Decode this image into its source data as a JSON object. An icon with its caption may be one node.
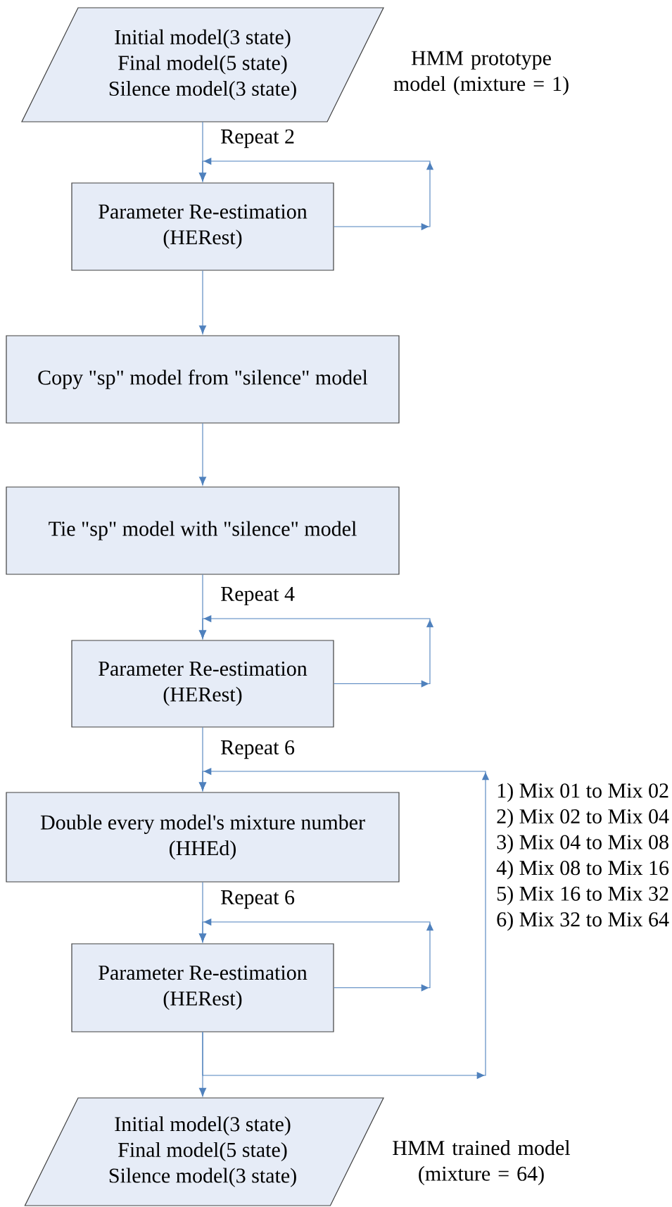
{
  "diagram": {
    "nodes": [
      {
        "text": [
          "Initial model(3 state)",
          "Final model(5 state)",
          "Silence model(3 state)"
        ],
        "beside": [
          "HMM prototype model (mixture = 1)"
        ]
      },
      {
        "text": [
          "Parameter Re-estimation",
          "(HERest)"
        ]
      },
      {
        "text": [
          "Copy \"sp\" model from \"silence\" model"
        ]
      },
      {
        "text": [
          "Tie \"sp\" model with \"silence\" model"
        ]
      },
      {
        "text": [
          "Parameter Re-estimation",
          "(HERest)"
        ]
      },
      {
        "text": [
          "Double every model's mixture number",
          "(HHEd)"
        ]
      },
      {
        "text": [
          "Parameter Re-estimation",
          "(HERest)"
        ]
      },
      {
        "text": [
          "Initial model(3 state)",
          "Final model(5 state)",
          "Silence model(3 state)"
        ],
        "beside": [
          "HMM trained model (mixture = 64)"
        ]
      }
    ],
    "edges": [
      {
        "from": 0,
        "to": 1,
        "arrow": "to"
      },
      {
        "from": 1,
        "to": 1,
        "arrow": "to",
        "label": "Repeat 2"
      },
      {
        "from": 1,
        "to": 2,
        "arrow": "to"
      },
      {
        "from": 2,
        "to": 3,
        "arrow": "to"
      },
      {
        "from": 3,
        "to": 4,
        "arrow": "to"
      },
      {
        "from": 4,
        "to": 4,
        "arrow": "to",
        "label": "Repeat 4"
      },
      {
        "from": 4,
        "to": 5,
        "arrow": "to"
      },
      {
        "from": 6,
        "to": 5,
        "arrow": "to",
        "label": "Repeat 6"
      },
      {
        "from": 5,
        "to": 6,
        "arrow": "to"
      },
      {
        "from": 6,
        "to": 6,
        "arrow": "to",
        "label": "Repeat 6"
      },
      {
        "from": 6,
        "to": 7,
        "arrow": "to"
      }
    ],
    "labels": [
      "1) Mix 01 to Mix 02",
      "2) Mix 02 to Mix 04",
      "3) Mix 04 to Mix 08",
      "4) Mix 08 to Mix 16",
      "5) Mix 16 to Mix 32",
      "6) Mix 32 to Mix 64"
    ]
  }
}
